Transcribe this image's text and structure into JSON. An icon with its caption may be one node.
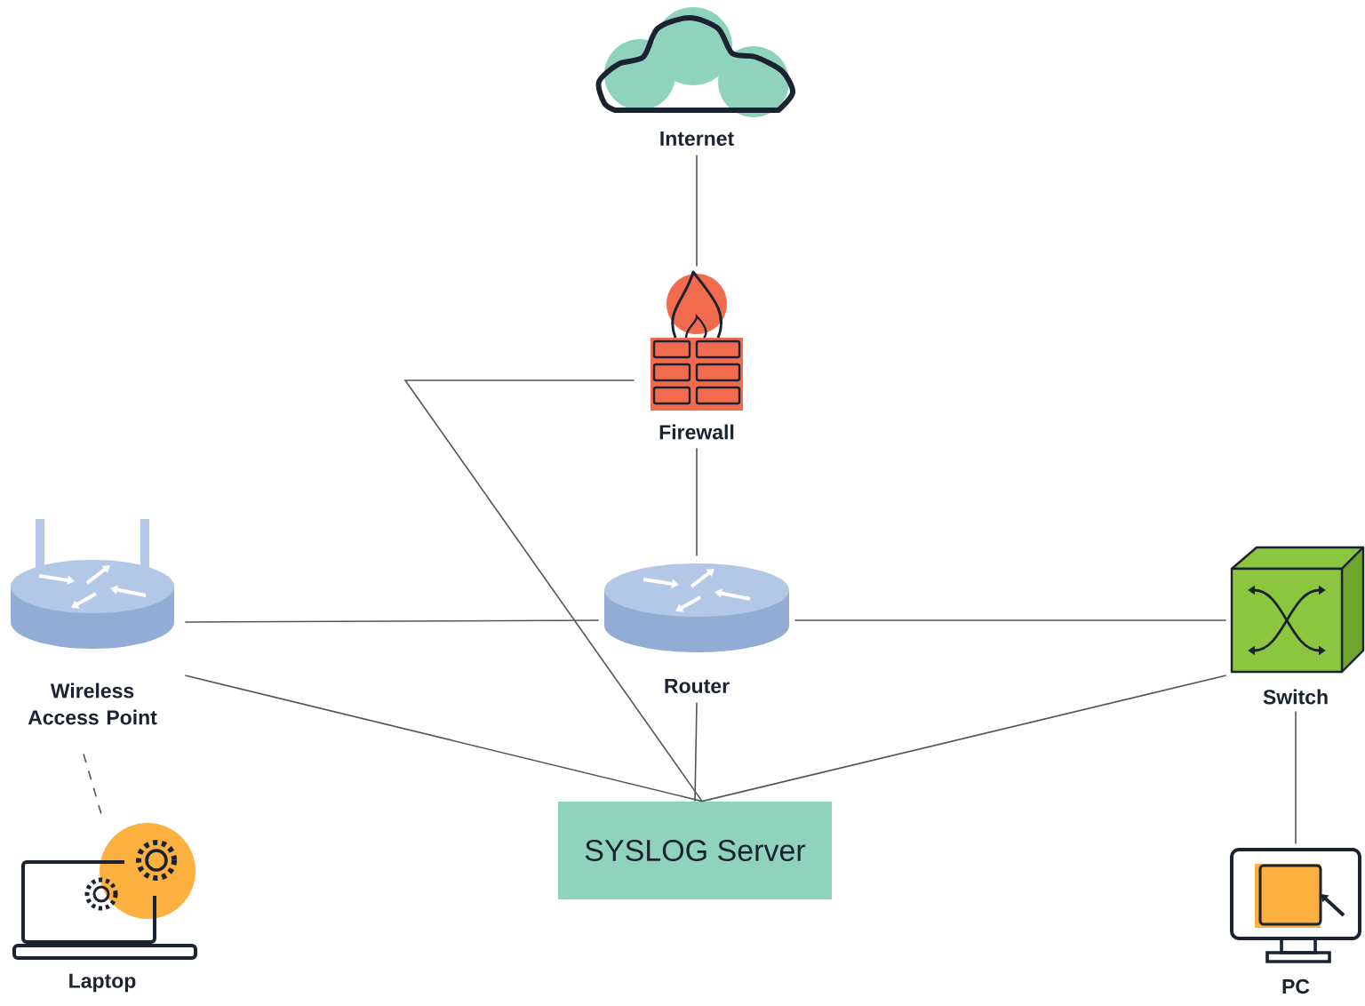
{
  "diagram": {
    "nodes": [
      {
        "text": [
          "Internet"
        ]
      },
      {
        "text": [
          "Firewall"
        ]
      },
      {
        "text": [
          "Wireless Access Point"
        ]
      },
      {
        "text": [
          "Router"
        ]
      },
      {
        "text": [
          "Switch"
        ]
      },
      {
        "text": [
          "SYSLOG Server"
        ]
      },
      {
        "text": [
          "Laptop"
        ]
      },
      {
        "text": [
          "PC"
        ]
      }
    ],
    "edges": [
      {
        "from": 0,
        "to": 1,
        "arrow": "none"
      },
      {
        "from": 1,
        "to": 3,
        "arrow": "none"
      },
      {
        "from": 2,
        "to": 3,
        "arrow": "none"
      },
      {
        "from": 3,
        "to": 4,
        "arrow": "none"
      },
      {
        "from": 2,
        "to": 5,
        "arrow": "none"
      },
      {
        "from": 3,
        "to": 5,
        "arrow": "none"
      },
      {
        "from": 4,
        "to": 5,
        "arrow": "none"
      },
      {
        "from": 1,
        "to": 5,
        "arrow": "none"
      },
      {
        "from": 2,
        "to": 6,
        "arrow": "none",
        "style": "dashed"
      },
      {
        "from": 4,
        "to": 7,
        "arrow": "none"
      }
    ]
  }
}
